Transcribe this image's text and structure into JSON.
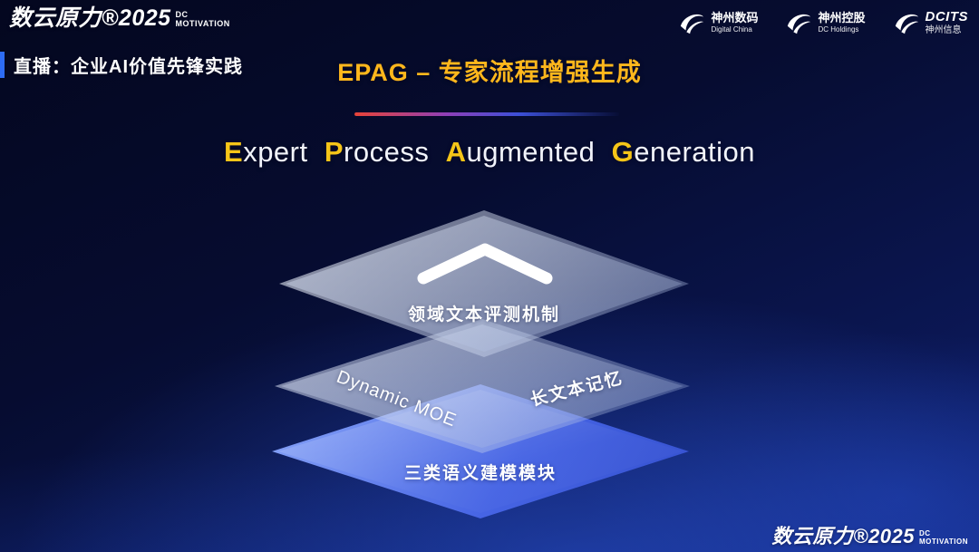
{
  "colors": {
    "gold": "#ffb71c",
    "subtitle_highlight": "#f5c518",
    "accent_blue": "#2e6cf5",
    "layer_blue": "#4664e4"
  },
  "header": {
    "brand": {
      "text": "数云原力®2025",
      "dc": "DC",
      "motivation": "MOTIVATION"
    },
    "live_label": "直播：企业AI价值先锋实践",
    "partner_logos": [
      {
        "line1": "神州数码",
        "line2": "Digital China"
      },
      {
        "line1": "神州控股",
        "line2": "DC Holdings"
      },
      {
        "line1": "DCITS",
        "line2": "神州信息"
      }
    ]
  },
  "title": {
    "heading": "EPAG – 专家流程增强生成",
    "subtitle_words": [
      {
        "first": "E",
        "rest": "xpert"
      },
      {
        "first": "P",
        "rest": "rocess"
      },
      {
        "first": "A",
        "rest": "ugmented"
      },
      {
        "first": "G",
        "rest": "eneration"
      }
    ]
  },
  "diagram": {
    "top_layer_label": "领域文本评测机制",
    "middle_layer_left_label": "Dynamic  MOE",
    "middle_layer_right_label": "长文本记忆",
    "bottom_layer_label": "三类语义建模模块"
  },
  "footer": {
    "brand": {
      "text": "数云原力®2025",
      "dc": "DC",
      "motivation": "MOTIVATION"
    }
  }
}
